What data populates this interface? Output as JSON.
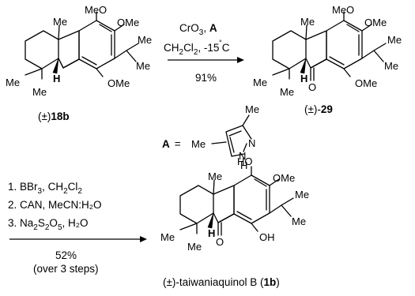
{
  "atom_labels": {
    "meo": "MeO",
    "ome": "OMe",
    "me": "Me",
    "h": "H",
    "o": "O",
    "ho": "HO",
    "oh": "OH",
    "n": "N",
    "nh": "N"
  },
  "compounds": {
    "start": {
      "prefix": "(±)",
      "number": "18b"
    },
    "product": {
      "prefix": "(±)-",
      "number": "29"
    },
    "reagent_a": {
      "label": "A",
      "equals": "=",
      "h": "H"
    },
    "final": {
      "prefix": "(±)-taiwaniaquinol B (",
      "number": "1b",
      "suffix": ")"
    }
  },
  "reaction1": {
    "line1_pre": "CrO",
    "line1_sub": "3",
    "line1_mid": ", ",
    "line1_bold": "A",
    "line2_pre": "CH",
    "line2_sub1": "2",
    "line2_mid": "Cl",
    "line2_sub2": "2",
    "line2_post": ", -15",
    "line2_deg": "˚",
    "line2_unit": "C",
    "yield": "91%"
  },
  "reaction2": {
    "step1_pre": "1. BBr",
    "step1_sub": "3",
    "step1_mid": ",  CH",
    "step1_sub2": "2",
    "step1_mid2": "Cl",
    "step1_sub3": "2",
    "step2": "2. CAN,  MeCN:H₂O",
    "step3_pre": "3. Na",
    "step3_sub1": "2",
    "step3_mid": "S",
    "step3_sub2": "2",
    "step3_mid2": "O",
    "step3_sub3": "5",
    "step3_post": ",  H₂O",
    "yield": "52%",
    "note": "(over 3 steps)"
  }
}
